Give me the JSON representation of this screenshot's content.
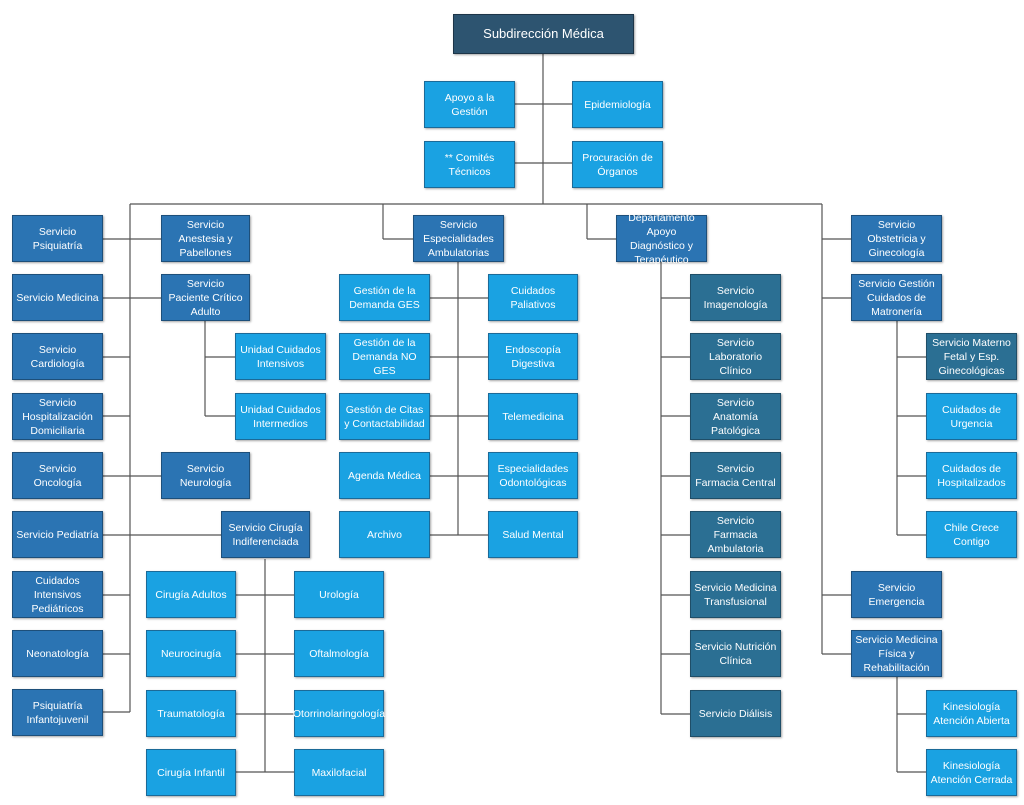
{
  "title": "Subdirección Médica",
  "staff": {
    "apoyo": "Apoyo a la Gestión",
    "epidemiologia": "Epidemiología",
    "comites": "** Comités Técnicos",
    "procuracion": "Procuración de Órganos"
  },
  "col1": [
    "Servicio Psiquiatría",
    "Servicio Medicina",
    "Servicio Cardiología",
    "Servicio Hospitalización Domiciliaria",
    "Servicio Oncología",
    "Servicio Pediatría",
    "Cuidados Intensivos Pediátricos",
    "Neonatología",
    "Psiquiatría Infantojuvenil"
  ],
  "col2": {
    "anestesia": "Servicio Anestesia y Pabellones",
    "critico": "Servicio Paciente Crítico Adulto",
    "uci": "Unidad Cuidados Intensivos",
    "ucin": "Unidad Cuidados Intermedios",
    "neurologia": "Servicio Neurología",
    "cirugia": "Servicio Cirugía Indiferenciada"
  },
  "cirugia_left": [
    "Cirugía Adultos",
    "Neurocirugía",
    "Traumatología",
    "Cirugía Infantil"
  ],
  "cirugia_right": [
    "Urología",
    "Oftalmología",
    "Otorrinolaringología",
    "Maxilofacial"
  ],
  "especialidades": {
    "head": "Servicio Especialidades Ambulatorias",
    "left": [
      "Gestión de la Demanda GES",
      "Gestión de la Demanda NO GES",
      "Gestión de Citas y Contactabilidad",
      "Agenda Médica",
      "Archivo"
    ],
    "right": [
      "Cuidados Paliativos",
      "Endoscopía Digestiva",
      "Telemedicina",
      "Especialidades Odontológicas",
      "Salud Mental"
    ]
  },
  "diagnostico": {
    "head": "Departamento Apoyo Diagnóstico y Terapéutico",
    "items": [
      "Servicio Imagenología",
      "Servicio Laboratorio Clínico",
      "Servicio Anatomía Patológica",
      "Servicio Farmacia Central",
      "Servicio Farmacia Ambulatoria",
      "Servicio Medicina Transfusional",
      "Servicio Nutrición Clínica",
      "Servicio Diálisis"
    ]
  },
  "right_col": {
    "obstetricia": "Servicio Obstetricia y Ginecología",
    "matroneria": "Servicio Gestión Cuidados de Matronería",
    "matroneria_items": [
      "Servicio Materno Fetal y Esp. Ginecológicas",
      "Cuidados de Urgencia",
      "Cuidados de Hospitalizados",
      "Chile Crece Contigo"
    ],
    "emergencia": "Servicio Emergencia",
    "fisica": "Servicio Medicina Física y Rehabilitación",
    "fisica_items": [
      "Kinesiología Atención Abierta",
      "Kinesiología Atención Cerrada"
    ]
  }
}
